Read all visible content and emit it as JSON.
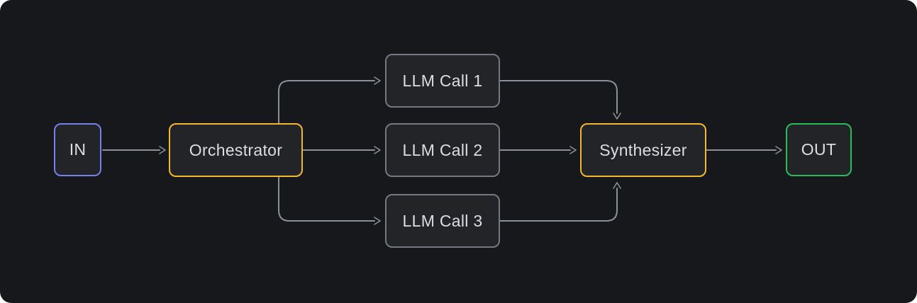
{
  "diagram": {
    "type": "flowchart",
    "description": "Orchestrator-workers pattern: input fans out through an orchestrator to three parallel LLM calls whose results are merged by a synthesizer into the output.",
    "nodes": {
      "in": {
        "label": "IN",
        "accent": "#7580ea"
      },
      "orchestrator": {
        "label": "Orchestrator",
        "accent": "#f5b72f"
      },
      "llm1": {
        "label": "LLM Call 1",
        "accent": "#737882"
      },
      "llm2": {
        "label": "LLM Call 2",
        "accent": "#737882"
      },
      "llm3": {
        "label": "LLM Call 3",
        "accent": "#737882"
      },
      "synthesizer": {
        "label": "Synthesizer",
        "accent": "#f5b72f"
      },
      "out": {
        "label": "OUT",
        "accent": "#29bd5a"
      }
    },
    "edges": [
      {
        "from": "in",
        "to": "orchestrator"
      },
      {
        "from": "orchestrator",
        "to": "llm1"
      },
      {
        "from": "orchestrator",
        "to": "llm2"
      },
      {
        "from": "orchestrator",
        "to": "llm3"
      },
      {
        "from": "llm1",
        "to": "synthesizer"
      },
      {
        "from": "llm2",
        "to": "synthesizer"
      },
      {
        "from": "llm3",
        "to": "synthesizer"
      },
      {
        "from": "synthesizer",
        "to": "out"
      }
    ],
    "colors": {
      "canvas_background": "#17181c",
      "node_fill": "#232428",
      "node_text": "#dcdee3",
      "connector": "#8a909b",
      "accent_input": "#7580ea",
      "accent_orchestration": "#f5b72f",
      "accent_worker": "#737882",
      "accent_output": "#29bd5a"
    }
  }
}
